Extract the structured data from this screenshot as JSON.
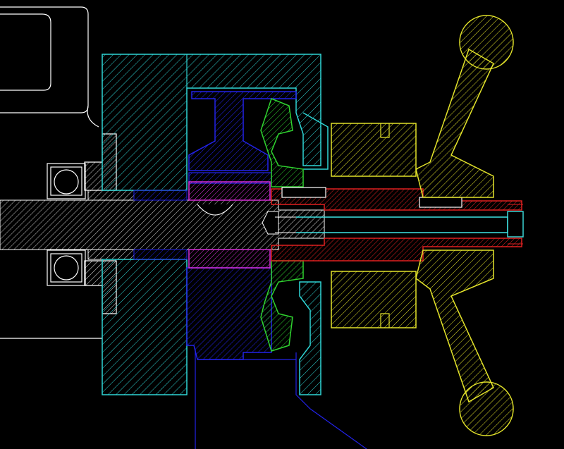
{
  "drawing": {
    "background": "#000000",
    "parts": [
      {
        "id": "housing",
        "color": "#2fd6d6"
      },
      {
        "id": "gear-carrier",
        "color": "#1a1ad6"
      },
      {
        "id": "bevel-gear",
        "color": "#2fd22f"
      },
      {
        "id": "bushing",
        "color": "#d62fd6"
      },
      {
        "id": "nut",
        "color": "#e2e22a"
      },
      {
        "id": "handwheel",
        "color": "#e2e22a"
      },
      {
        "id": "threaded-sleeve",
        "color": "#e02020"
      },
      {
        "id": "shaft",
        "color": "#d8d8d8"
      },
      {
        "id": "bolt",
        "color": "#3fe3e3"
      },
      {
        "id": "bearing",
        "color": "#e0e0e0"
      },
      {
        "id": "outline",
        "color": "#ffffff"
      }
    ]
  }
}
